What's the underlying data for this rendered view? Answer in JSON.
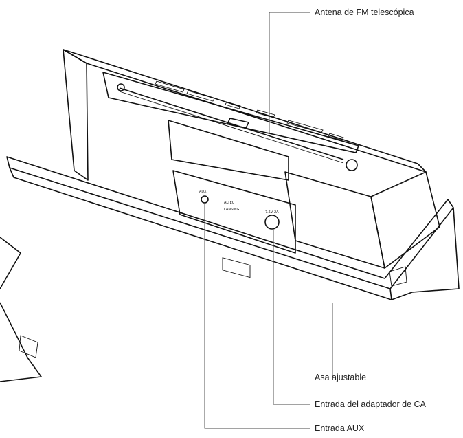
{
  "callouts": {
    "antenna": "Antena de FM telescópica",
    "handle": "Asa ajustable",
    "ac_adapter": "Entrada del adaptador de CA",
    "aux": "Entrada AUX"
  },
  "device": {
    "aux_port_label": "AUX",
    "power_port_label": "7.5V 2A",
    "brand_top": "ALTEC",
    "brand_bottom": "LANSING"
  }
}
